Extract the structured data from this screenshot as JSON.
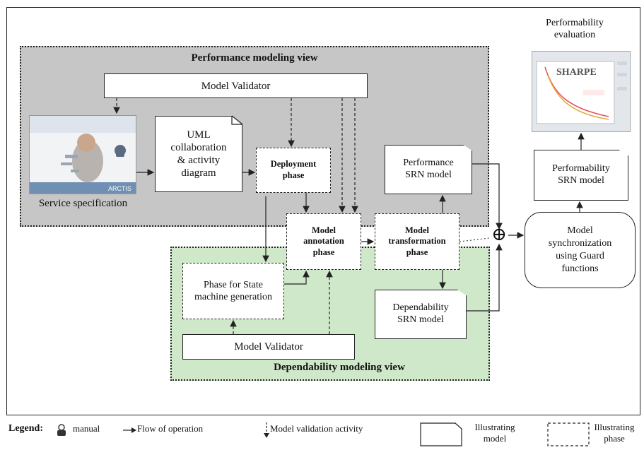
{
  "regions": {
    "performance": "Performance modeling view",
    "dependability": "Dependability modeling view"
  },
  "nodes": {
    "model_validator_top": "Model Validator",
    "model_validator_bottom": "Model Validator",
    "uml": "UML collaboration & activity diagram",
    "deployment": "Deployment phase",
    "annotation": "Model annotation phase",
    "transformation": "Model transformation phase",
    "state_machine": "Phase for State machine generation",
    "performance_srn": "Performance SRN model",
    "dependability_srn": "Dependability SRN model",
    "synchronization": "Model synchronization using Guard functions",
    "performability_srn": "Performability SRN model",
    "performability_eval": "Performability evaluation",
    "service_spec": "Service specification",
    "sharpe": "SHARPE",
    "arctis": "ARCTIS",
    "combine_symbol": "⊕"
  },
  "legend": {
    "title": "Legend:",
    "manual": "manual",
    "flow": "Flow of operation",
    "validation": "Model validation activity",
    "illustrating_model": "Illustrating model",
    "illustrating_phase": "Illustrating phase"
  },
  "icons": [
    "person-icon",
    "arrow-right-icon",
    "dashed-arrow-down-icon",
    "folded-document-icon",
    "dashed-box-icon",
    "plus-circle-icon"
  ],
  "colors": {
    "performance_bg": "#c6c6c6",
    "dependability_bg": "#cfe8c9",
    "sharpe_curve1": "#e0505a",
    "sharpe_curve2": "#e8a53a"
  }
}
